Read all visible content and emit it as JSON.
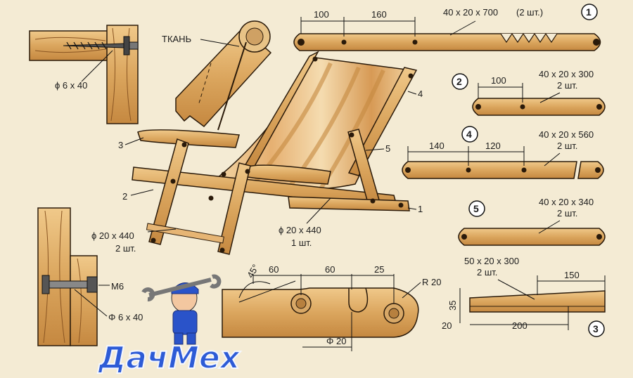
{
  "fabric_label": "ТКАНЬ",
  "screw_label": "ϕ 6 x 40",
  "bolt_label": "M6",
  "bolt_dia_label": "Φ 6 x 40",
  "rod_top_label": "ϕ 20 x 440",
  "rod_top_qty": "2 шт.",
  "rod_mid_label": "ϕ 20 x 440",
  "rod_mid_qty": "1 шт.",
  "callouts": {
    "c1": "1",
    "c2": "2",
    "c3": "3",
    "c4": "4",
    "c5": "5"
  },
  "part1": {
    "num": "1",
    "size": "40 x 20 x 700",
    "qty": "(2 шт.)",
    "d1": "100",
    "d2": "160"
  },
  "part2": {
    "num": "2",
    "size": "40 x 20 x 300",
    "qty": "2 шт.",
    "d1": "100"
  },
  "part4": {
    "num": "4",
    "size": "40 x 20 x 560",
    "qty": "2 шт.",
    "d1": "140",
    "d2": "120"
  },
  "part5": {
    "num": "5",
    "size": "40 x 20 x 340",
    "qty": "2 шт."
  },
  "part3": {
    "num": "3",
    "size": "50 x 20 x 300",
    "qty": "2 шт.",
    "d_len": "150",
    "d_h": "35",
    "d_base": "20",
    "d_200": "200"
  },
  "notch": {
    "angle": "45°",
    "d1": "60",
    "d2": "60",
    "d3": "25",
    "radius": "R 20",
    "dia": "Φ 20"
  },
  "watermark": "ДачМех",
  "colors": {
    "wood": "#d9a35a",
    "wood_dark": "#a8662a",
    "outline": "#2a1a0a",
    "fabric": "#e8b87a",
    "watermark": "#2d5bd6"
  }
}
